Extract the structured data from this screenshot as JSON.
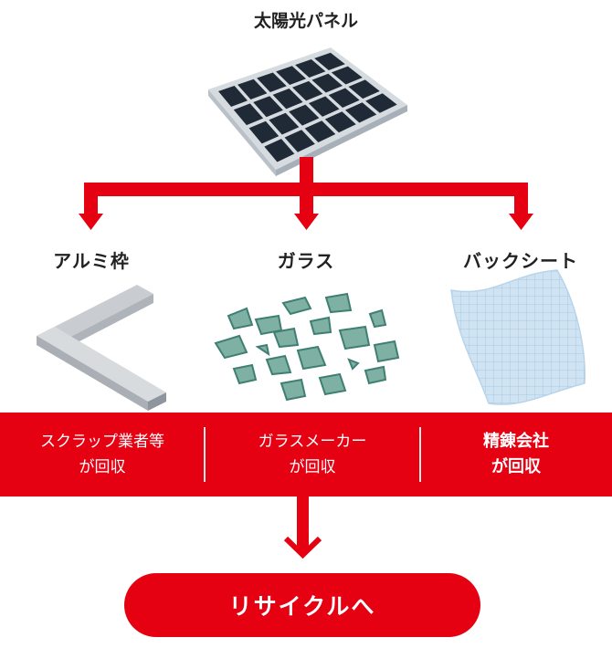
{
  "title": "太陽光パネル",
  "components": [
    {
      "label": "アルミ枠"
    },
    {
      "label": "ガラス"
    },
    {
      "label": "バックシート"
    }
  ],
  "recyclers": [
    {
      "line1": "スクラップ業者等",
      "line2": "が回収"
    },
    {
      "line1": "ガラスメーカー",
      "line2": "が回収"
    },
    {
      "line1": "精錬会社",
      "line2": "が回収"
    }
  ],
  "result": "リサイクルへ",
  "colors": {
    "accent": "#e50012",
    "panel": "#1f2a36",
    "glass": "#7fb0a4",
    "backsheet": "#cfe3f2"
  }
}
